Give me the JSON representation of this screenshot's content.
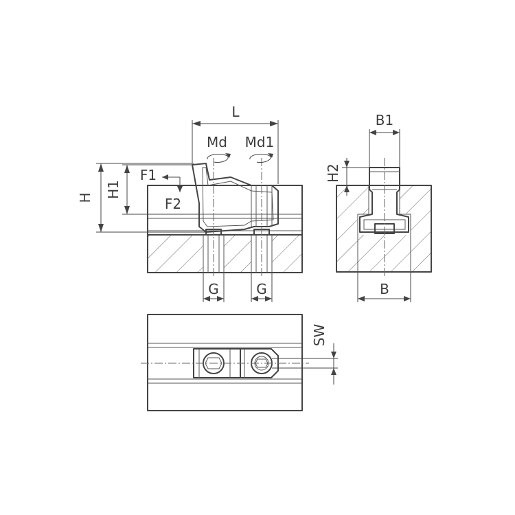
{
  "labels": {
    "L": "L",
    "Md": "Md",
    "Md1": "Md1",
    "F1": "F1",
    "F2": "F2",
    "H": "H",
    "H1": "H1",
    "G_left": "G",
    "G_right": "G",
    "B1": "B1",
    "H2": "H2",
    "B": "B",
    "SW": "SW"
  }
}
